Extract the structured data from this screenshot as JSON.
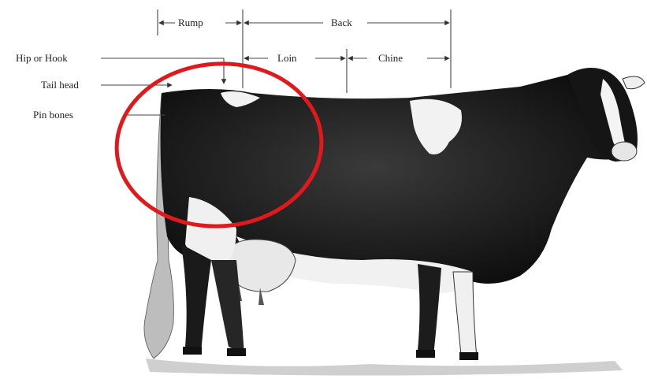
{
  "labels": {
    "rump": "Rump",
    "back": "Back",
    "loin": "Loin",
    "chine": "Chine",
    "hip_or_hook": "Hip or Hook",
    "tail_head": "Tail head",
    "pin_bones": "Pin bones"
  },
  "colors": {
    "highlight_circle": "#e0191c",
    "cow_dark": "#161616",
    "cow_light": "#f4f4f4",
    "label_text": "#222222"
  },
  "icons": {
    "illustration": "holstein-cow-side-view"
  }
}
